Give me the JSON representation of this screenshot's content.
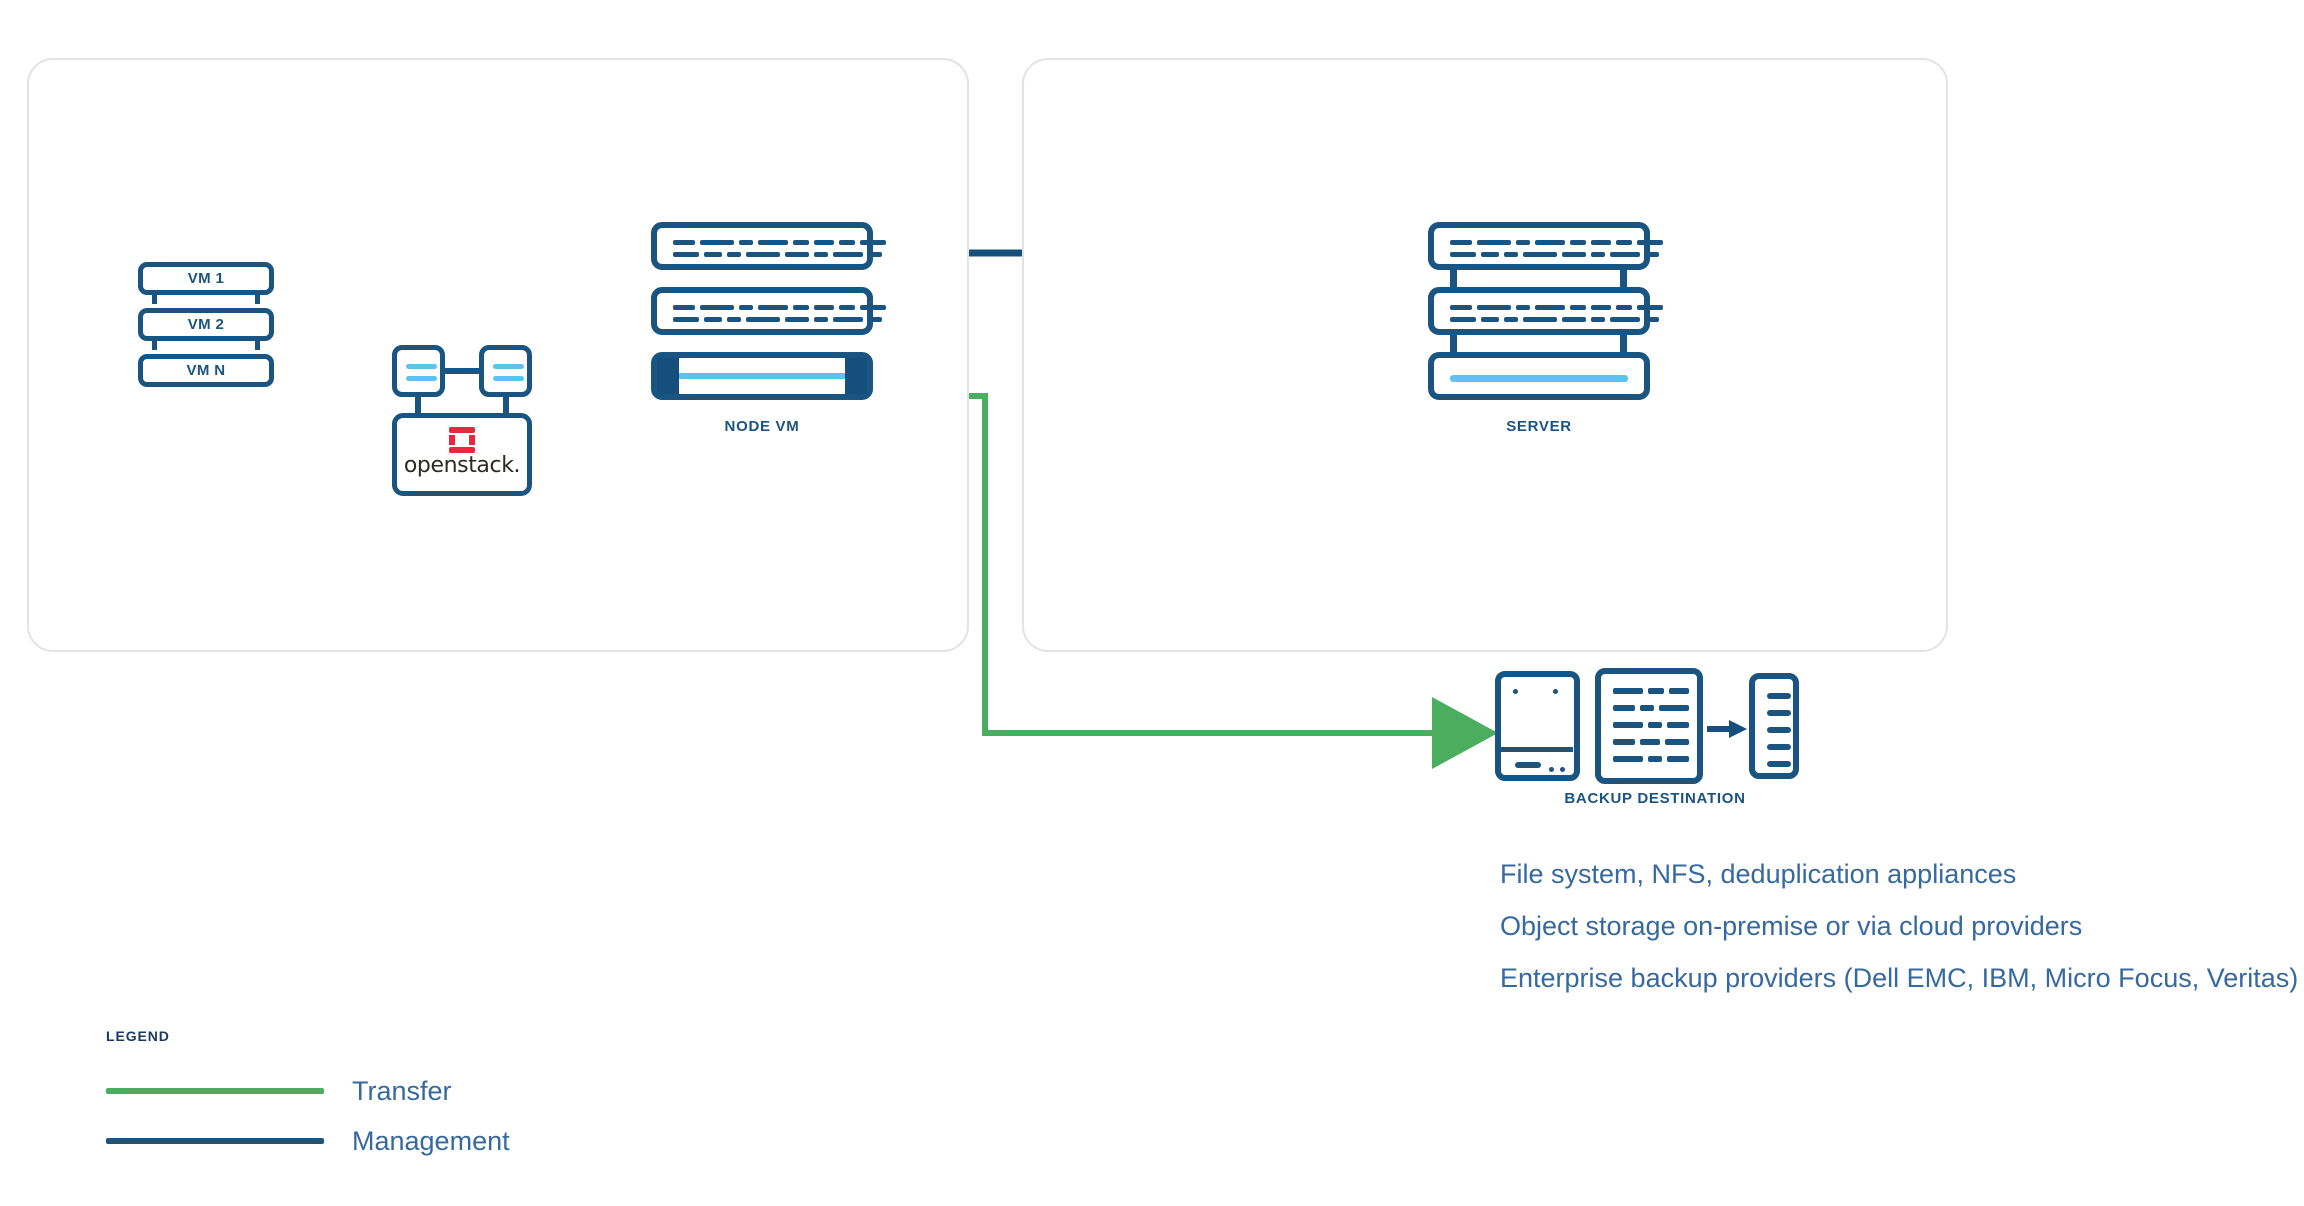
{
  "diagram": {
    "title": "OpenStack backup architecture diagram",
    "colors": {
      "transfer_green": "#4bad5f",
      "management_blue": "#1a5481",
      "accent_light_blue": "#5bc3ec",
      "panel_border": "#e3e3e3",
      "text_blue": "#36699f",
      "openstack_red": "#e8273f"
    }
  },
  "source_panel": {
    "vm_stack": {
      "name": "virtual-machines",
      "items": [
        {
          "label": "VM 1"
        },
        {
          "label": "VM 2"
        },
        {
          "label": "VM N"
        }
      ]
    },
    "openstack": {
      "wordmark": "openstack.",
      "logo_name": "openstack-logo"
    },
    "node_vm": {
      "caption": "NODE VM"
    }
  },
  "target_panel": {
    "server": {
      "caption": "SERVER"
    }
  },
  "backup": {
    "caption": "BACKUP DESTINATION",
    "descriptions": [
      "File system, NFS, deduplication appliances",
      "Object storage on-premise or via cloud providers",
      "Enterprise backup providers (Dell EMC, IBM, Micro Focus, Veritas)"
    ]
  },
  "legend": {
    "title": "LEGEND",
    "items": [
      {
        "label": "Transfer",
        "color": "#4bad5f"
      },
      {
        "label": "Management",
        "color": "#1a5481"
      }
    ]
  },
  "connections": [
    {
      "name": "vm-to-openstack",
      "type": "transfer",
      "direction": "bidirectional"
    },
    {
      "name": "nodevm-to-server",
      "type": "management",
      "direction": "bidirectional"
    },
    {
      "name": "nodevm-to-backup",
      "type": "transfer",
      "direction": "bidirectional-routed"
    },
    {
      "name": "doc-to-store",
      "type": "management",
      "direction": "right"
    }
  ]
}
